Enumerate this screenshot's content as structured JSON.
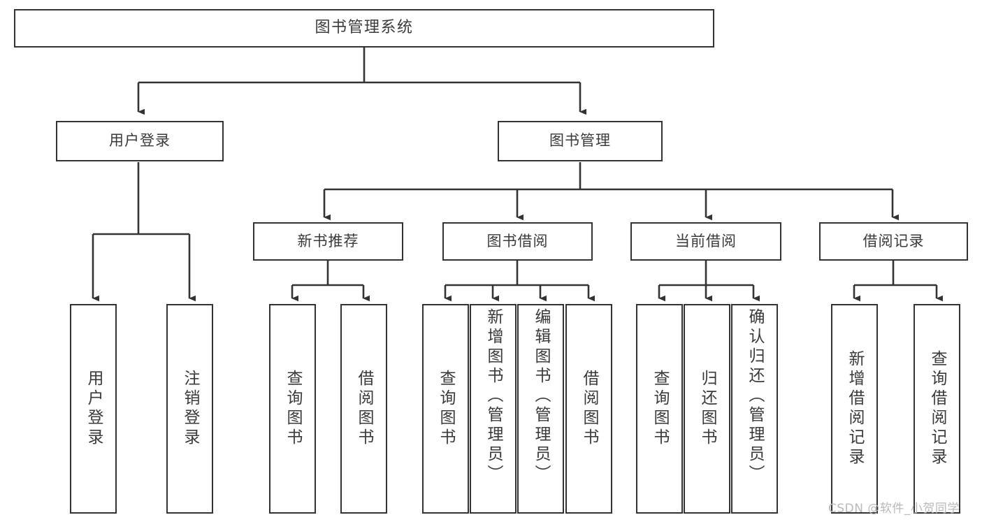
{
  "diagram": {
    "title": "图书管理系统",
    "watermark": "CSDN @软件_小贺同学",
    "accent_color": "#333333",
    "text_color": "#3a3a3a",
    "background_color": "#ffffff",
    "nodes": {
      "root": "图书管理系统",
      "level1": [
        "用户登录",
        "图书管理"
      ],
      "level2": [
        "新书推荐",
        "图书借阅",
        "当前借阅",
        "借阅记录"
      ],
      "leaves": {
        "user_login": [
          "用户登录",
          "注销登录"
        ],
        "new_book_recommend": [
          "查询图书",
          "借阅图书"
        ],
        "book_borrow": [
          "查询图书",
          "新增图书（管理员）",
          "编辑图书（管理员）",
          "借阅图书"
        ],
        "current_borrow": [
          "查询图书",
          "归还图书",
          "确认归还（管理员）"
        ],
        "borrow_record": [
          "新增借阅记录",
          "查询借阅记录"
        ]
      }
    }
  }
}
